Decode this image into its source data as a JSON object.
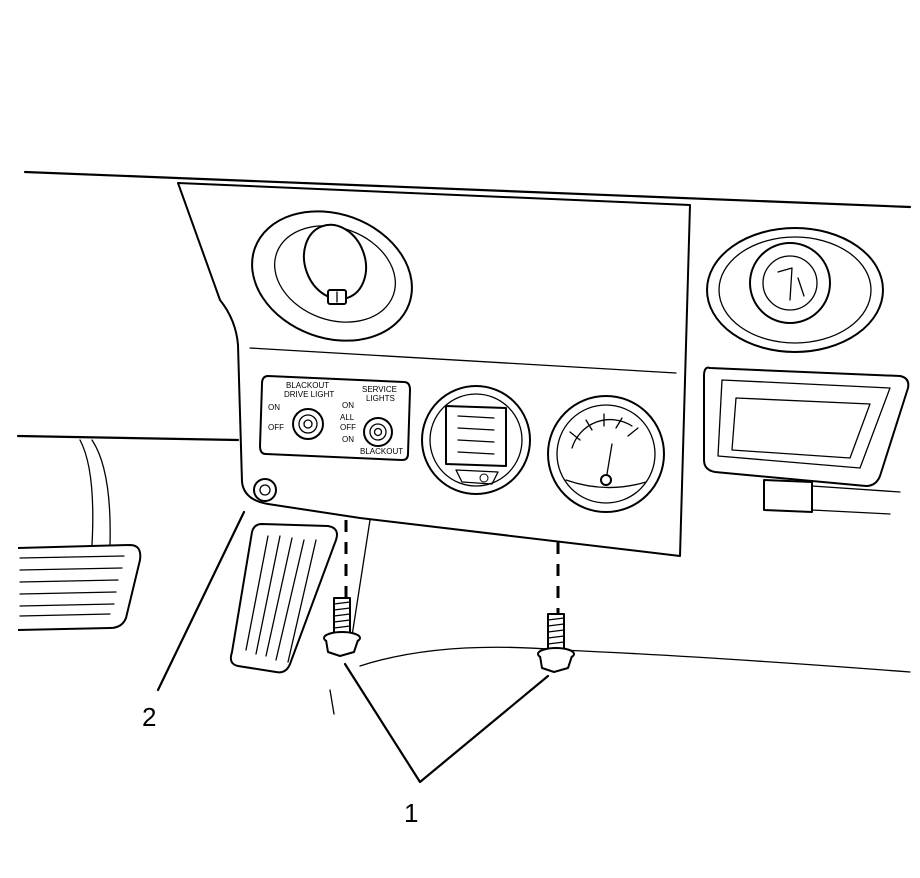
{
  "switch_panel": {
    "blackout_title_line1": "BLACKOUT",
    "blackout_title_line2": "DRIVE LIGHT",
    "blackout_on": "ON",
    "blackout_off": "OFF",
    "service_title_line1": "SERVICE",
    "service_title_line2": "LIGHTS",
    "service_on_top": "ON",
    "service_all": "ALL",
    "service_off": "OFF",
    "service_on_bottom": "ON",
    "service_blackout": "BLACKOUT"
  },
  "callouts": {
    "fasteners": "1",
    "panel": "2"
  }
}
